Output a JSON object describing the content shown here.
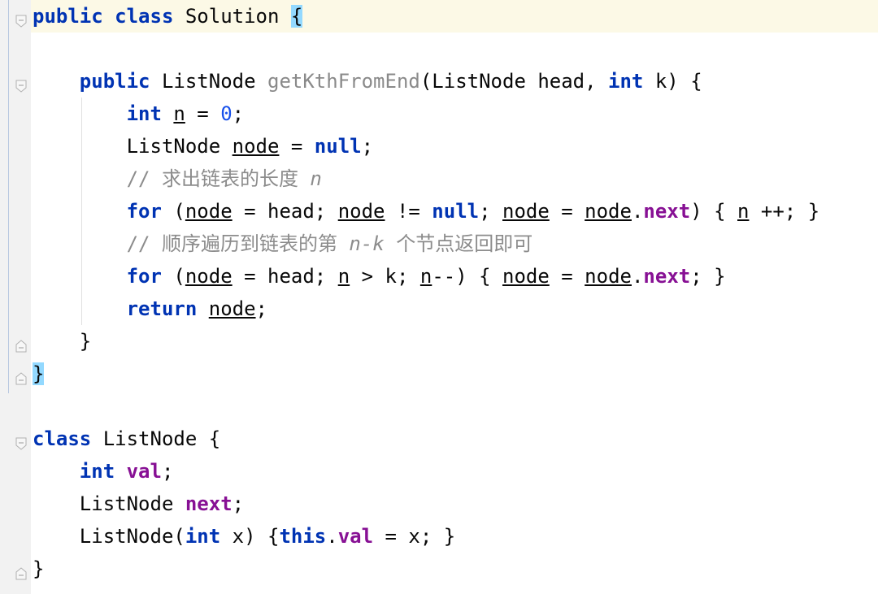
{
  "editor": {
    "lines": [
      {
        "parts": [
          {
            "t": "public",
            "c": "kw"
          },
          {
            "t": " "
          },
          {
            "t": "class",
            "c": "kw"
          },
          {
            "t": " Solution "
          },
          {
            "t": "{",
            "c": "brace-hl"
          }
        ]
      },
      {
        "parts": []
      },
      {
        "parts": [
          {
            "t": "    "
          },
          {
            "t": "public",
            "c": "kw"
          },
          {
            "t": " ListNode "
          },
          {
            "t": "getKthFromEnd",
            "c": "fn"
          },
          {
            "t": "(ListNode head, "
          },
          {
            "t": "int",
            "c": "kw"
          },
          {
            "t": " k) {"
          }
        ]
      },
      {
        "parts": [
          {
            "t": "        "
          },
          {
            "t": "int",
            "c": "kw"
          },
          {
            "t": " "
          },
          {
            "t": "n",
            "c": "u"
          },
          {
            "t": " = "
          },
          {
            "t": "0",
            "c": "num"
          },
          {
            "t": ";"
          }
        ]
      },
      {
        "parts": [
          {
            "t": "        ListNode "
          },
          {
            "t": "node",
            "c": "u"
          },
          {
            "t": " = "
          },
          {
            "t": "null",
            "c": "nul"
          },
          {
            "t": ";"
          }
        ]
      },
      {
        "parts": [
          {
            "t": "        "
          },
          {
            "t": "// 求出链表的长度 ",
            "c": "cmt"
          },
          {
            "t": "n",
            "c": "cmt ital"
          }
        ]
      },
      {
        "parts": [
          {
            "t": "        "
          },
          {
            "t": "for",
            "c": "kw"
          },
          {
            "t": " ("
          },
          {
            "t": "node",
            "c": "u"
          },
          {
            "t": " = head; "
          },
          {
            "t": "node",
            "c": "u"
          },
          {
            "t": " != "
          },
          {
            "t": "null",
            "c": "nul"
          },
          {
            "t": "; "
          },
          {
            "t": "node",
            "c": "u"
          },
          {
            "t": " = "
          },
          {
            "t": "node",
            "c": "u"
          },
          {
            "t": "."
          },
          {
            "t": "next",
            "c": "field"
          },
          {
            "t": ") { "
          },
          {
            "t": "n",
            "c": "u"
          },
          {
            "t": " ++; }"
          }
        ]
      },
      {
        "parts": [
          {
            "t": "        "
          },
          {
            "t": "// 顺序遍历到链表的第 ",
            "c": "cmt"
          },
          {
            "t": "n-k",
            "c": "cmt ital"
          },
          {
            "t": " 个节点返回即可",
            "c": "cmt"
          }
        ]
      },
      {
        "parts": [
          {
            "t": "        "
          },
          {
            "t": "for",
            "c": "kw"
          },
          {
            "t": " ("
          },
          {
            "t": "node",
            "c": "u"
          },
          {
            "t": " = head; "
          },
          {
            "t": "n",
            "c": "u"
          },
          {
            "t": " > k; "
          },
          {
            "t": "n",
            "c": "u"
          },
          {
            "t": "--) { "
          },
          {
            "t": "node",
            "c": "u"
          },
          {
            "t": " = "
          },
          {
            "t": "node",
            "c": "u"
          },
          {
            "t": "."
          },
          {
            "t": "next",
            "c": "field"
          },
          {
            "t": "; }"
          }
        ]
      },
      {
        "parts": [
          {
            "t": "        "
          },
          {
            "t": "return",
            "c": "kw"
          },
          {
            "t": " "
          },
          {
            "t": "node",
            "c": "u"
          },
          {
            "t": ";"
          }
        ]
      },
      {
        "parts": [
          {
            "t": "    }"
          }
        ]
      },
      {
        "parts": [
          {
            "t": "}",
            "c": "brace-hl"
          }
        ]
      },
      {
        "parts": []
      },
      {
        "parts": [
          {
            "t": "class",
            "c": "kw"
          },
          {
            "t": " ListNode {"
          }
        ]
      },
      {
        "parts": [
          {
            "t": "    "
          },
          {
            "t": "int",
            "c": "kw"
          },
          {
            "t": " "
          },
          {
            "t": "val",
            "c": "field"
          },
          {
            "t": ";"
          }
        ]
      },
      {
        "parts": [
          {
            "t": "    ListNode "
          },
          {
            "t": "next",
            "c": "field"
          },
          {
            "t": ";"
          }
        ]
      },
      {
        "parts": [
          {
            "t": "    ListNode("
          },
          {
            "t": "int",
            "c": "kw"
          },
          {
            "t": " x) {"
          },
          {
            "t": "this",
            "c": "kw"
          },
          {
            "t": "."
          },
          {
            "t": "val",
            "c": "field"
          },
          {
            "t": " = x; }"
          }
        ]
      },
      {
        "parts": [
          {
            "t": "}"
          }
        ]
      }
    ]
  },
  "fold_markers": [
    {
      "line": 0,
      "icon": "fold-open-icon"
    },
    {
      "line": 2,
      "icon": "fold-open-icon"
    },
    {
      "line": 10,
      "icon": "fold-close-icon"
    },
    {
      "line": 11,
      "icon": "fold-close-icon"
    },
    {
      "line": 13,
      "icon": "fold-open-icon"
    },
    {
      "line": 17,
      "icon": "fold-close-icon"
    }
  ]
}
